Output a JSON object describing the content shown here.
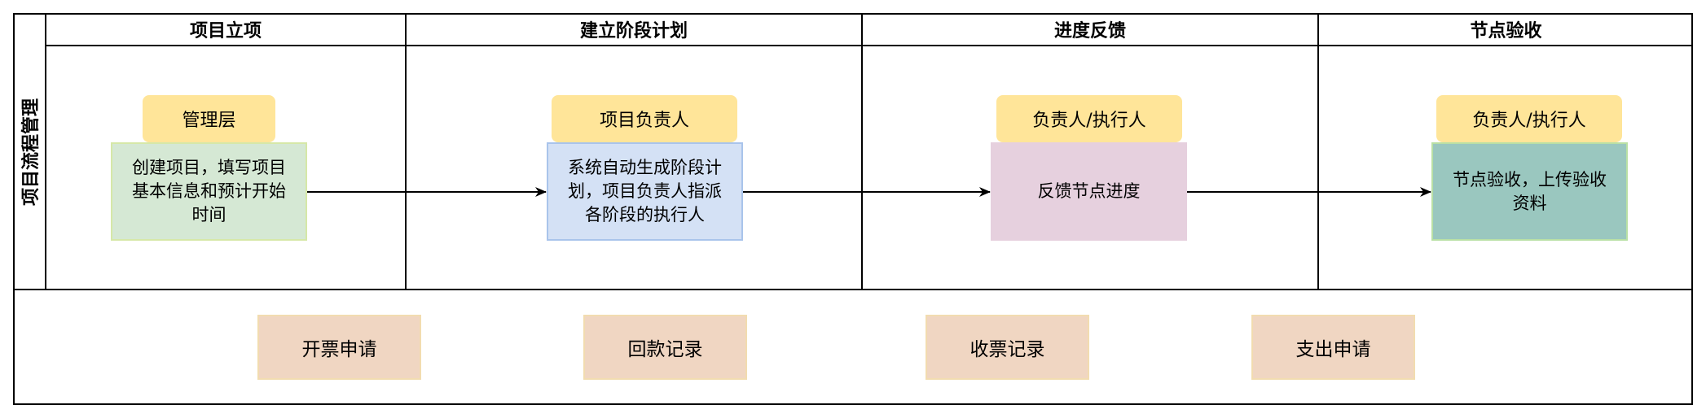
{
  "pool": {
    "title": "项目流程管理",
    "lanes": [
      {
        "header": "项目立项",
        "role": "管理层",
        "task": "创建项目，填写项目\n基本信息和预计开始\n时间"
      },
      {
        "header": "建立阶段计划",
        "role": "项目负责人",
        "task": "系统自动生成阶段计\n划，项目负责人指派\n各阶段的执行人"
      },
      {
        "header": "进度反馈",
        "role": "负责人/执行人",
        "task": "反馈节点进度"
      },
      {
        "header": "节点验收",
        "role": "负责人/执行人",
        "task": "节点验收，上传验收\n资料"
      }
    ]
  },
  "modules": [
    "开票申请",
    "回款记录",
    "收票记录",
    "支出申请"
  ],
  "colors": {
    "role_tag": "#ffe599",
    "task_1": "#d5e8d4",
    "task_2": "#d4e1f5",
    "task_3": "#e6d0de",
    "task_4": "#9ac7bf",
    "module": "#f0d6c2"
  }
}
